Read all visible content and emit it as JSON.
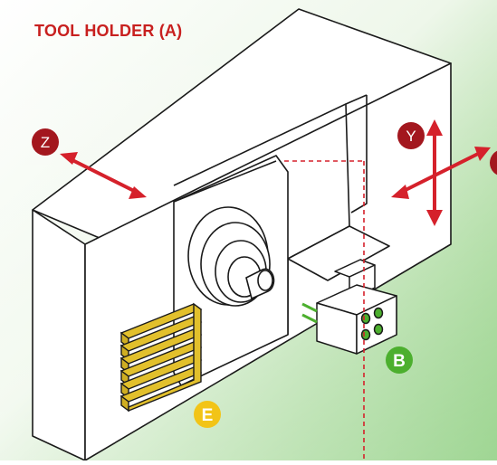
{
  "title": "TOOL HOLDER (A)",
  "labels": {
    "z_axis": "Z",
    "y_axis": "Y",
    "x_axis": "",
    "connector_b": "B",
    "contacts_e": "E"
  },
  "colors": {
    "title": "#c8201f",
    "axis_badge": "#a3171e",
    "axis_arrow": "#d5212b",
    "connector_badge": "#4caf2e",
    "contacts_badge": "#f2c417",
    "contacts_fill": "#e2c02c",
    "dashed_guide": "#d5212b",
    "background_green": "#7ec96e",
    "outline": "#1a1a1a"
  },
  "icons": {
    "axis_arrow": "double-headed-arrow",
    "cross_arrow": "four-way-arrow"
  }
}
